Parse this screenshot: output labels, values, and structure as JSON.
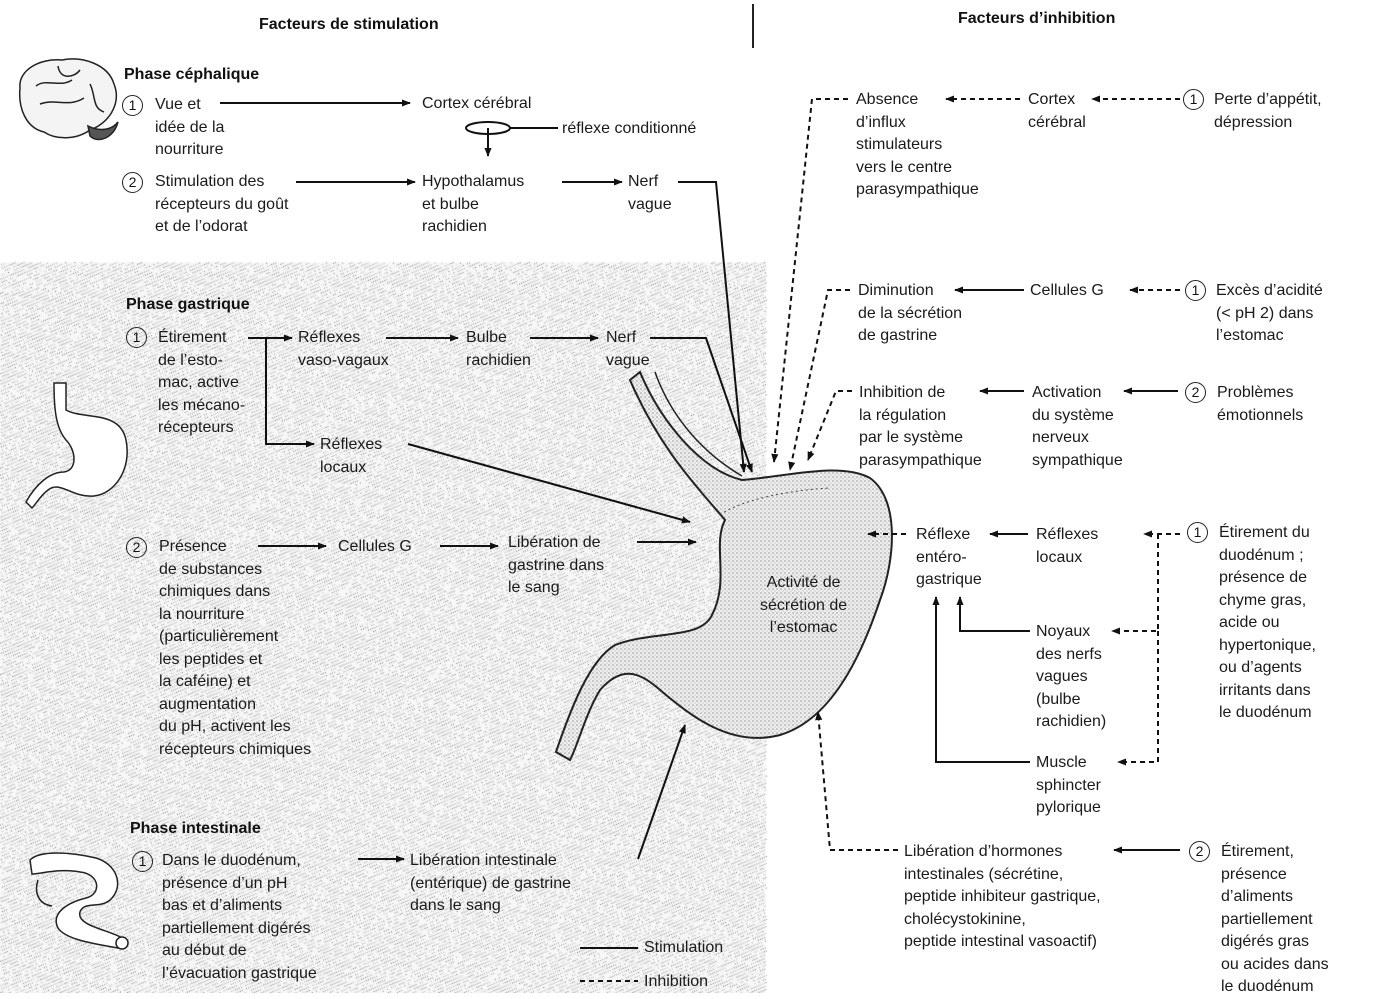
{
  "headers": {
    "stimulation": "Facteurs de stimulation",
    "inhibition": "Facteurs d’inhibition"
  },
  "cephalic": {
    "title": "Phase céphalique",
    "item1": "Vue et\nidée de la\nnourriture",
    "cortex": "Cortex cérébral",
    "conditioned": "réflexe conditionné",
    "item2": "Stimulation des\nrécepteurs du goût\net de l’odorat",
    "hypothalamus": "Hypothalamus\net bulbe\nrachidien",
    "vagus": "Nerf\nvague"
  },
  "gastric": {
    "title": "Phase gastrique",
    "item1": "Étirement\nde l’esto-\nmac, active\nles mécano-\nrécepteurs",
    "vasovagal": "Réflexes\nvaso-vagaux",
    "medulla": "Bulbe\nrachidien",
    "vagus": "Nerf\nvague",
    "local": "Réflexes\nlocaux",
    "item2": "Présence\nde substances\nchimiques dans\nla nourriture\n(particulièrement\nles peptides et\nla caféine) et\naugmentation\ndu pH, activent les\nrécepteurs chimiques",
    "gcells": "Cellules G",
    "gastrin": "Libération de\ngastrine dans\nle sang",
    "stomach": "Activité de\nsécrétion de\nl’estomac"
  },
  "intestinal": {
    "title": "Phase intestinale",
    "item1": "Dans le duodénum,\nprésence d’un pH\nbas et d’aliments\npartiellement digérés\nau début de\nl’évacuation gastrique",
    "release": "Libération intestinale\n(entérique) de gastrine\ndans le sang"
  },
  "legend": {
    "stimulation": "Stimulation",
    "inhibition": "Inhibition"
  },
  "inhibition": {
    "absence": "Absence\nd’influx\nstimulateurs\nvers le centre\nparasympathique",
    "cortex": "Cortex\ncérébral",
    "appetite": "Perte d’appétit,\ndépression",
    "diminution": "Diminution\nde la sécrétion\nde gastrine",
    "gcells": "Cellules G",
    "acidity": "Excès d’acidité\n(< pH 2) dans\nl’estomac",
    "inhib_reg": "Inhibition de\nla régulation\npar le système\nparasympathique",
    "activation": "Activation\ndu système\nnerveux\nsympathique",
    "emotional": "Problèmes\némotionnels",
    "enterogastric": "Réflexe\nentéro-\ngastrique",
    "local": "Réflexes\nlocaux",
    "duodenum": "Étirement du\nduodénum ;\nprésence de\nchyme gras,\nacide ou\nhypertonique,\nou d’agents\nirritants dans\nle duodénum",
    "nuclei": "Noyaux\ndes nerfs\nvagues\n(bulbe\nrachidien)",
    "sphincter": "Muscle\nsphincter\npylorique",
    "hormones": "Libération d’hormones\nintestinales (sécrétine,\npeptide inhibiteur gastrique,\ncholécystokinine,\npeptide intestinal vasoactif)",
    "stretch2": "Étirement,\nprésence\nd’aliments\npartiellement\ndigérés gras\nou acides dans\nle duodénum"
  },
  "numbers": {
    "one": "1",
    "two": "2"
  },
  "icons": [
    "brain-icon",
    "stomach-icon",
    "intestine-icon"
  ]
}
